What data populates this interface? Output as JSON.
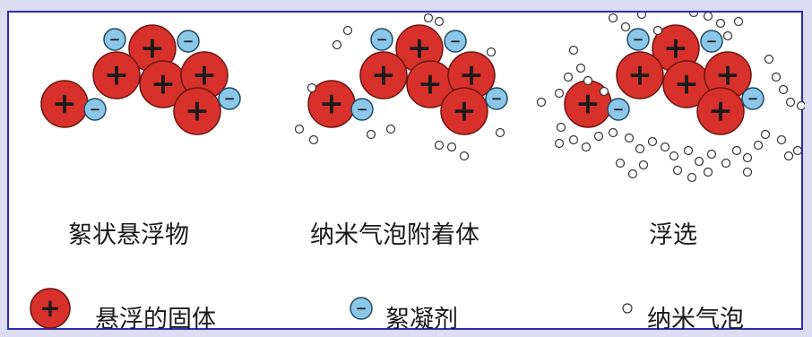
{
  "colors": {
    "solid_fill": "#d8312b",
    "solid_stroke": "#6a1512",
    "floc_fill": "#8cc7ea",
    "floc_stroke": "#1f4a66",
    "frame_border": "#2c2cb8",
    "page_bg": "#dcdcf2"
  },
  "captions": {
    "floc_suspension": "絮状悬浮物",
    "nanobubble_attached": "纳米气泡附着体",
    "flotation": "浮选"
  },
  "legend": {
    "solid": "悬浮的固体",
    "flocculant": "絮凝剂",
    "nanobubble": "纳米气泡"
  },
  "symbols": {
    "plus": "+",
    "minus": "−"
  }
}
